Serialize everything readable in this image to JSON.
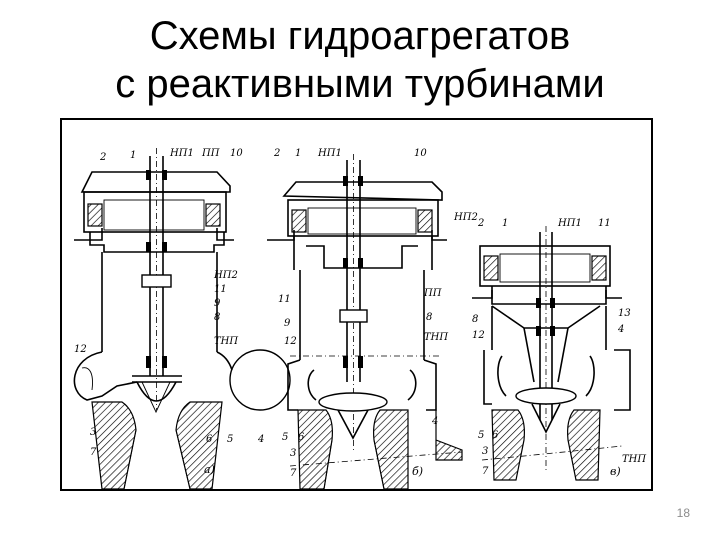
{
  "slide": {
    "title_line1": "Схемы гидроагрегатов",
    "title_line2": "с реактивными турбинами",
    "page_number": "18"
  },
  "diagram": {
    "a": {
      "caption": "а)",
      "labels": {
        "n2": "2",
        "n1": "1",
        "np1": "НП1",
        "pp": "ПП",
        "n10": "10",
        "np2": "НП2",
        "n11": "11",
        "n9": "9",
        "n8": "8",
        "tnp": "ТНП",
        "n12": "12",
        "n3": "3",
        "n7": "7",
        "n6": "6",
        "n5": "5",
        "n4": "4"
      }
    },
    "b": {
      "caption": "б)",
      "labels": {
        "n2": "2",
        "n1": "1",
        "np1": "НП1",
        "n10": "10",
        "np2": "НП2",
        "n11": "11",
        "pp": "ПП",
        "n9": "9",
        "n8": "8",
        "tnp": "ТНП",
        "n12": "12",
        "n5": "5",
        "n6": "6",
        "n3": "3",
        "n7": "7",
        "n4": "4"
      }
    },
    "c": {
      "caption": "в)",
      "labels": {
        "n2": "2",
        "n1": "1",
        "np1": "НП1",
        "n11": "11",
        "n8": "8",
        "n13": "13",
        "n12": "12",
        "n4": "4",
        "n5": "5",
        "n6": "6",
        "n3": "3",
        "n7": "7",
        "tnp": "ТНП"
      }
    }
  }
}
